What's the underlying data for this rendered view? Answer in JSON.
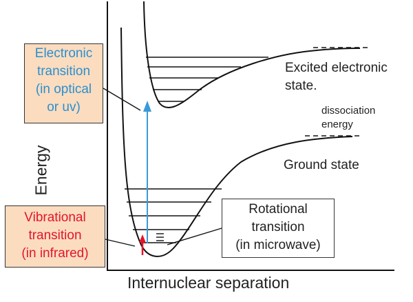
{
  "x_axis_label": "Internuclear separation",
  "y_axis_label": "Energy",
  "excited_state_label": [
    "Excited electronic",
    "state."
  ],
  "dissociation_label": [
    "dissociation",
    "energy"
  ],
  "ground_state_label": "Ground state",
  "electronic_box": {
    "lines": [
      "Electronic",
      "transition",
      "(in optical",
      "or uv)"
    ],
    "text_color": "#2a8fd0",
    "fill": "#fbdcbf",
    "arrow_color": "#3a9ad9"
  },
  "vibrational_box": {
    "lines": [
      "Vibrational",
      "transition",
      "(in infrared)"
    ],
    "text_color": "#e3152b",
    "fill": "#fbdcbf",
    "arrow_color": "#e3152b"
  },
  "rotational_box": {
    "lines": [
      "Rotational",
      "transition",
      "(in microwave)"
    ],
    "text_color": "#222222",
    "fill": "#ffffff"
  }
}
